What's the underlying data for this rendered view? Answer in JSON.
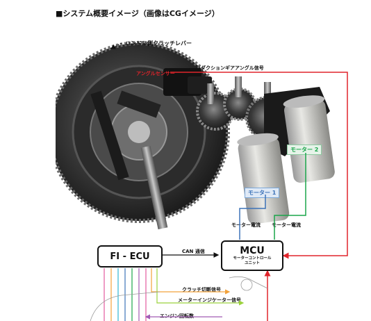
{
  "title": "■システム概要イメージ（画像はCGイメージ）",
  "labels": {
    "clutch_lever": "ハンドル側クラッチレバー",
    "reduction_signal": "リダクションギアアングル信号",
    "angle_sensor": "アングルセンサー",
    "motor1": "モーター 1",
    "motor2": "モーター 2",
    "motor_current_1": "モーター電流",
    "motor_current_2": "モーター電流",
    "can": "CAN 通信",
    "clutch_cut": "クラッチ切断信号",
    "meter_indicator": "メーターインジケーター信号",
    "engine_rpm": "エンジン回転数"
  },
  "blocks": {
    "fi_ecu": "FI - ECU",
    "mcu": "MCU",
    "mcu_sub_1": "モーターコントロール",
    "mcu_sub_2": "ユニット"
  },
  "colors": {
    "red_signal": "#e0242b",
    "blue": "#3d73b8",
    "green": "#1aa54a",
    "orange": "#f2a23a",
    "lime": "#9bd23c",
    "purple": "#a25bb5",
    "pink": "#e35a9e",
    "cyan": "#2fb6d6"
  },
  "icons": {
    "hardware_render": "clutch-and-dual-motor-cg-render",
    "motorcycle_outline": "motorcycle-outline-sketch"
  }
}
